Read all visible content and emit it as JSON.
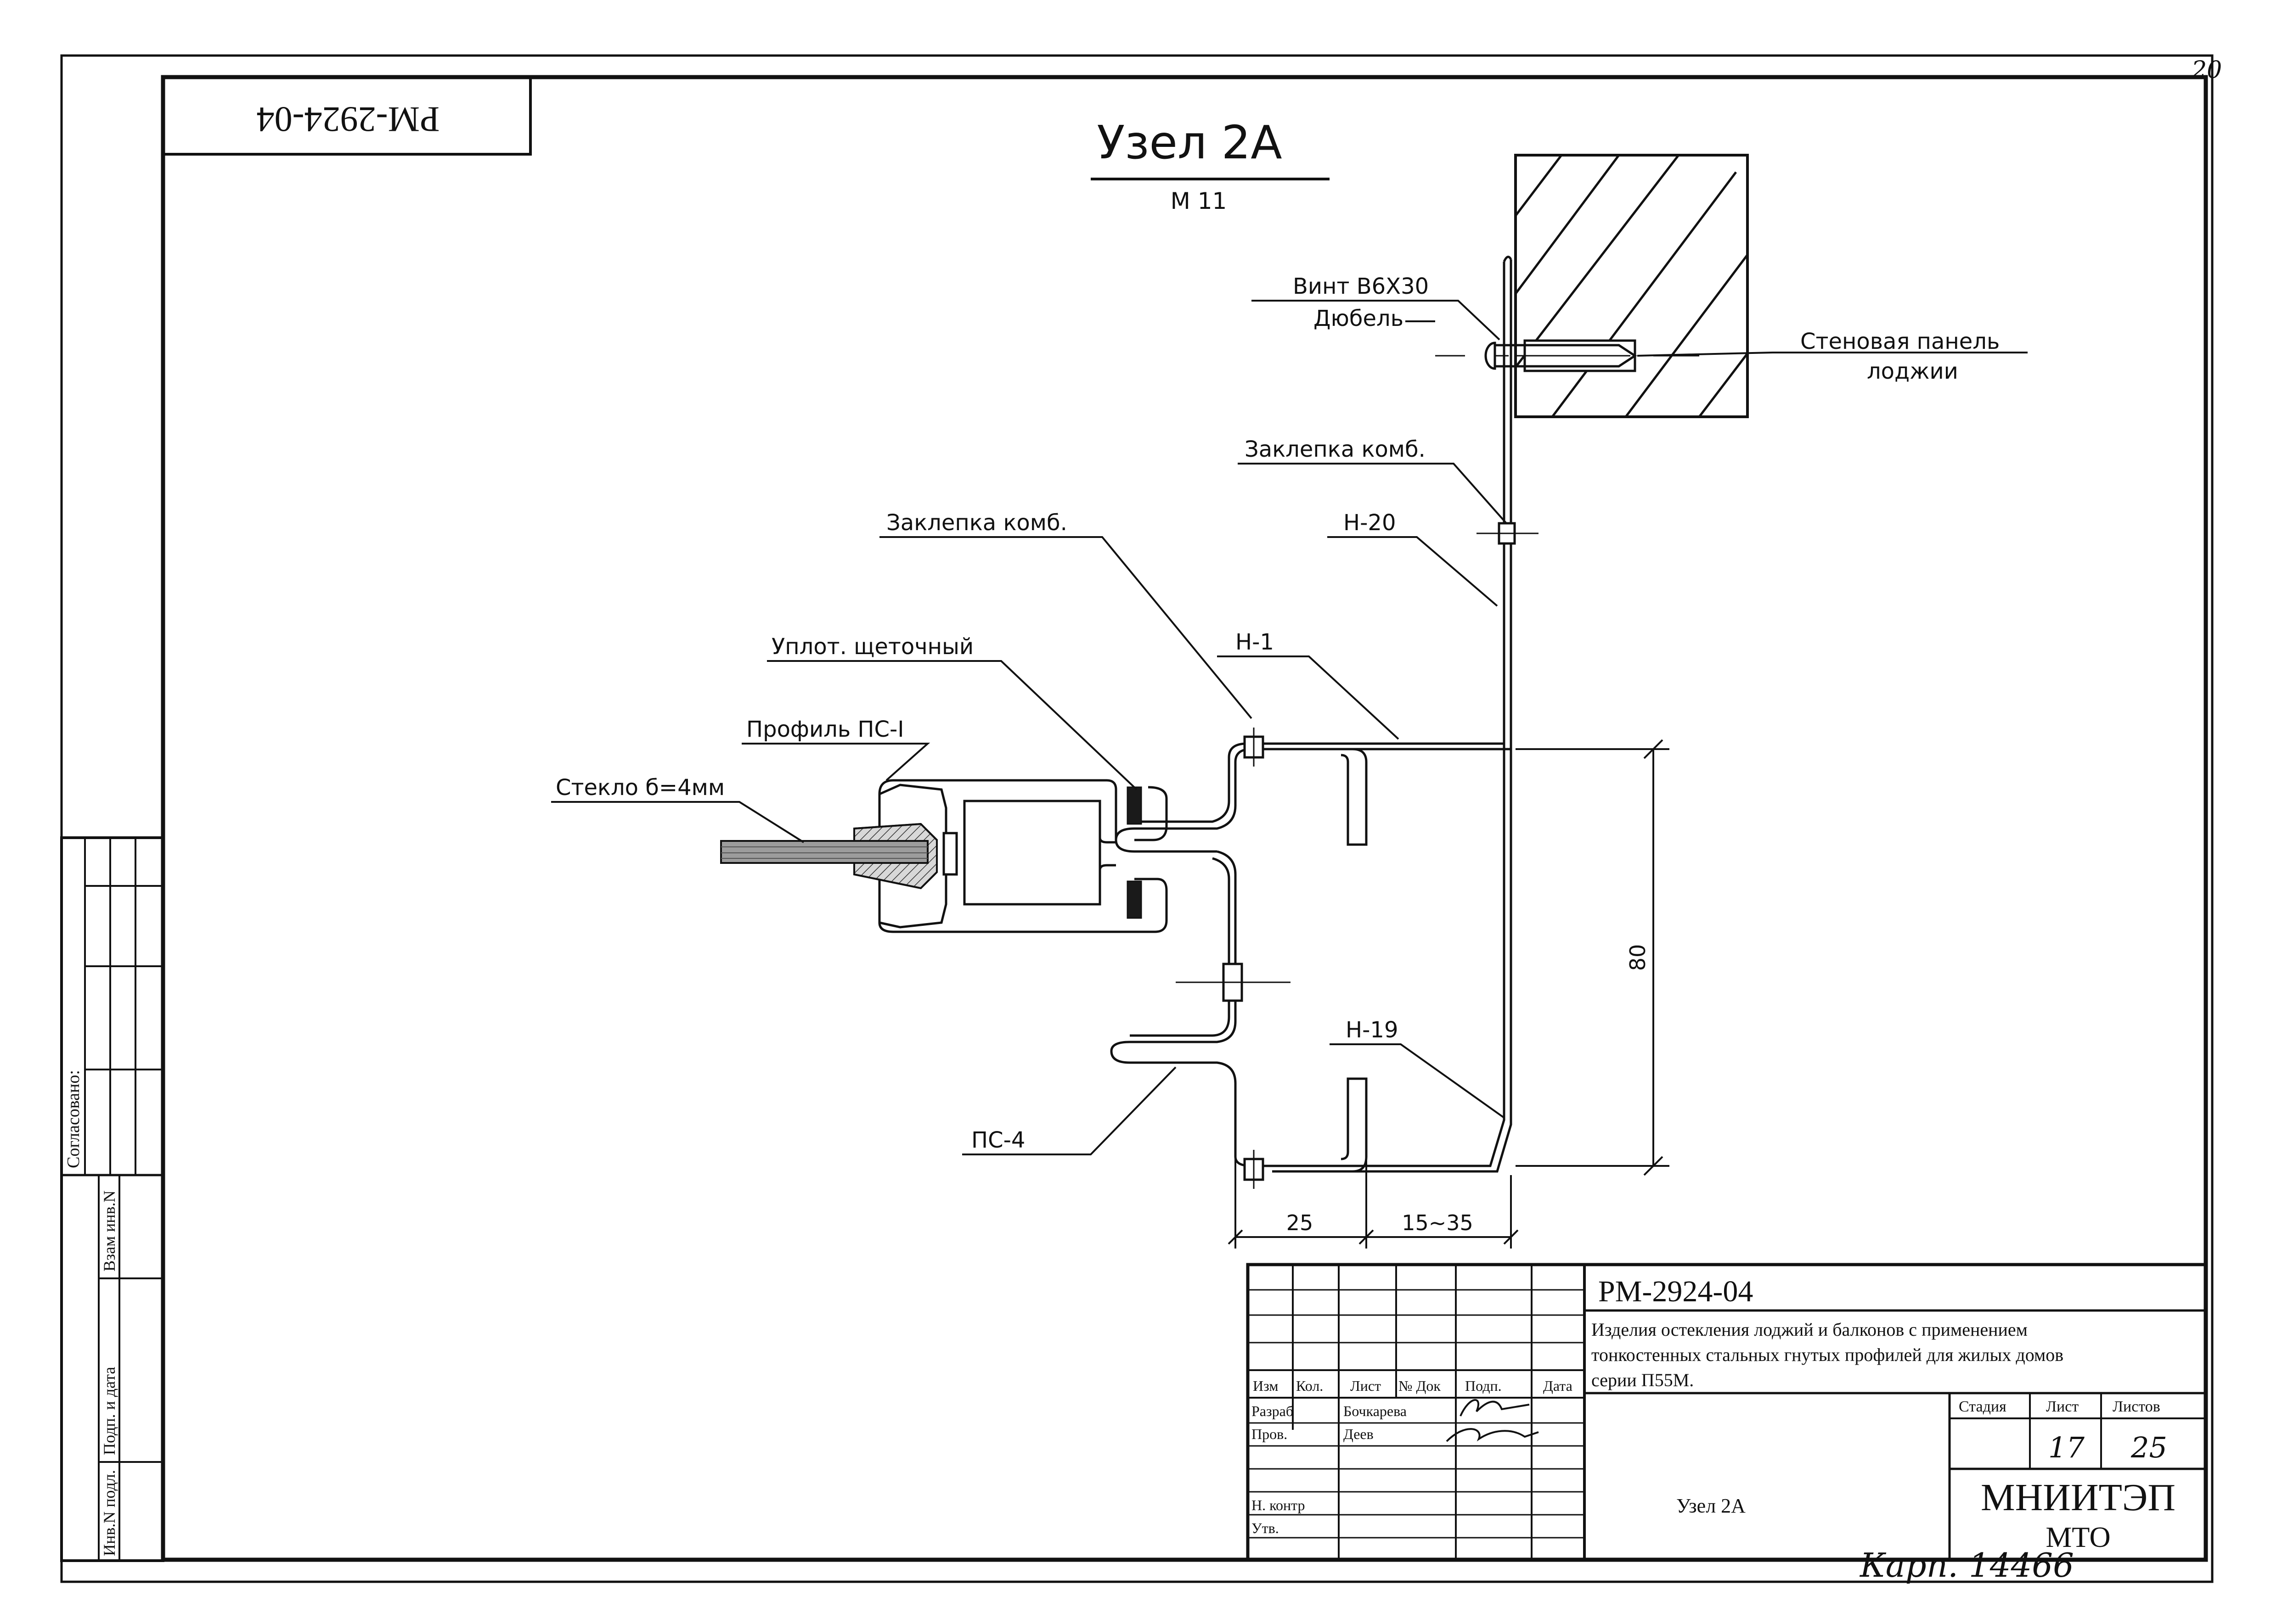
{
  "sheet": {
    "corner_number": "20",
    "stamp_code_rotated": "РМ-2924-04"
  },
  "drawing": {
    "title": "Узел 2А",
    "scale": "М 11",
    "labels": {
      "vint": "Винт В6Х30",
      "dyubel": "Дюбель",
      "panel_line1": "Стеновая панель",
      "panel_line2": "лоджии",
      "zaklepka_top": "Заклепка комб.",
      "h20": "Н-20",
      "zaklepka_mid": "Заклепка комб.",
      "uplot": "Уплот. щеточный",
      "h1": "Н-1",
      "profil": "Профиль ПС-I",
      "steklo": "Стекло б=4мм",
      "h19": "Н-19",
      "ps4": "ПС-4"
    },
    "dimensions": {
      "height": "80",
      "width_left": "25",
      "width_right": "15~35"
    }
  },
  "side_stamp": {
    "soglasovano": "Согласовано:",
    "vzam": "Взам инв.N",
    "podp_data": "Подп. и дата",
    "inv_podl": "Инв.N подл."
  },
  "title_block": {
    "code": "РМ-2924-04",
    "description_line1": "Изделия остекления лоджий и балконов с применением",
    "description_line2": "тонкостенных стальных гнутых профилей для жилых домов",
    "description_line3": "серии П55М.",
    "col_izm": "Изм",
    "col_kol": "Кол.",
    "col_list": "Лист",
    "col_ndok": "№ Док",
    "col_podp": "Подп.",
    "col_data": "Дата",
    "row_razrab": "Разраб",
    "name_razrab": "Бочкарева",
    "row_prov": "Пров.",
    "name_prov": "Деев",
    "row_nkontr": "Н. контр",
    "row_utv": "Утв.",
    "sheet_name": "Узел 2А",
    "stadiya_label": "Стадия",
    "list_label": "Лист",
    "listov_label": "Листов",
    "list_value": "17",
    "listov_value": "25",
    "org_line1": "МНИИТЭП",
    "org_line2": "МТО",
    "handwritten_note": "Карп. 14466"
  }
}
